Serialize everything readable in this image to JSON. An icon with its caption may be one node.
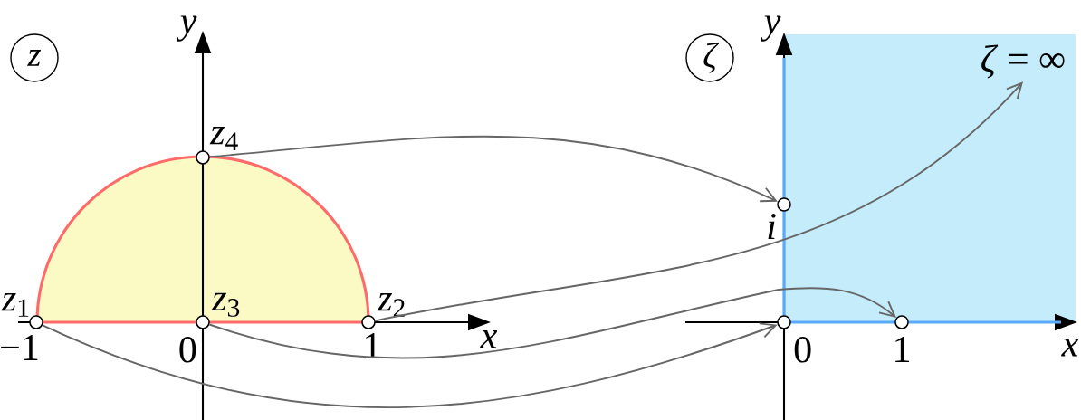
{
  "diagram": {
    "nodes": [
      {
        "text": [
          "z"
        ]
      },
      {
        "text": [
          "ζ"
        ]
      },
      {
        "text": [],
        "shape": "circle",
        "beside": [
          "*z*$_{1}$",
          "−1"
        ]
      },
      {
        "text": [],
        "shape": "circle",
        "beside": [
          "*z*$_{3}$",
          "0"
        ]
      },
      {
        "text": [],
        "shape": "circle",
        "beside": [
          "*z*$_{2}$",
          "1"
        ]
      },
      {
        "text": [],
        "shape": "circle",
        "beside": [
          "*z*$_{4}$"
        ]
      },
      {
        "text": [],
        "shape": "circle",
        "beside": [
          "i"
        ]
      },
      {
        "text": [],
        "shape": "circle",
        "beside": [
          "0"
        ]
      },
      {
        "text": [],
        "shape": "circle",
        "beside": [
          "1"
        ]
      },
      {
        "text": [
          "*ζ* = ∞"
        ]
      }
    ],
    "edges": [
      {
        "from": 5,
        "to": 6,
        "arrow": "to"
      },
      {
        "from": 4,
        "to": 9,
        "arrow": "to"
      },
      {
        "from": 3,
        "to": 8,
        "arrow": "to"
      },
      {
        "from": 2,
        "to": 7,
        "arrow": "to"
      }
    ],
    "labels": [
      "y",
      "x",
      "y",
      "x"
    ]
  }
}
